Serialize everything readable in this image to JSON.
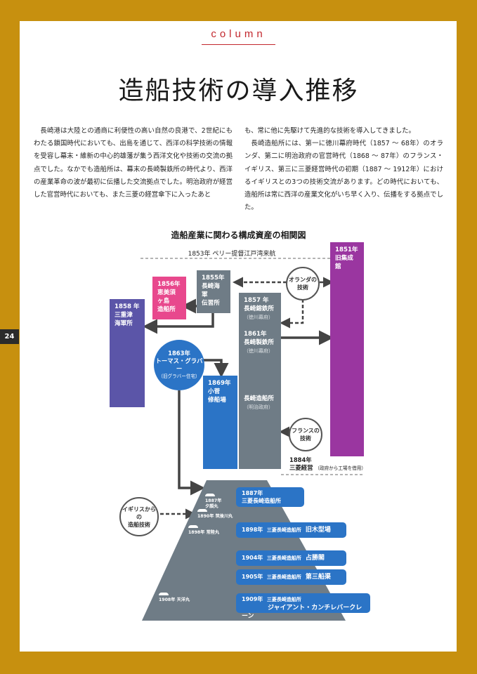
{
  "page_number": "24",
  "column_label": "column",
  "title": "造船技術の導入推移",
  "body": {
    "left_para": "長崎港は大陸との通商に利便性の高い自然の良港で、2世紀にもわたる鎖国時代においても、出島を通じて、西洋の科学技術の情報を受容し幕末・維新の中心的雄藩が集う西洋文化や技術の交流の拠点でした。なかでも造船所は、幕末の長崎製鉄所の時代より、西洋の産業革命の波が最初に伝播した交流拠点でした。明治政府が経営した官営時代においても、また三菱の経営傘下に入ったあと",
    "right_para_cont": "も、常に他に先駆けて先進的な技術を導入してきました。",
    "right_para": "長崎造船所には、第一に徳川幕府時代（1857 ～ 68年）のオランダ、第二に明治政府の官営時代（1868 ～ 87年）のフランス・イギリス、第三に三菱経営時代の初期（1887 ～ 1912年）におけるイギリスとの3つの技術交流があります。どの時代においても、造船所は常に西洋の産業文化がいち早く入り、伝播をする拠点でした。"
  },
  "diagram": {
    "title": "造船産業に関わる構成資産の相関図",
    "perry": "1853年 ペリー提督江戸湾来航",
    "box_1851": {
      "year": "1851年",
      "name": "旧集成館"
    },
    "box_1855": {
      "year": "1855年",
      "name1": "長崎海軍",
      "name2": "伝習所"
    },
    "box_1856": {
      "year": "1856年",
      "name1": "恵美須ヶ島",
      "name2": "造船所"
    },
    "box_1858": {
      "year": "1858 年",
      "name1": "三重津",
      "name2": "海軍所"
    },
    "box_1857": {
      "year": "1857 年",
      "name": "長崎鎔鉄所",
      "sub": "（徳川幕府）"
    },
    "box_1861": {
      "year": "1861年",
      "name": "長崎製鉄所",
      "sub": "（徳川幕府）"
    },
    "box_meiji": {
      "name": "長崎造船所",
      "sub": "（明治政府）"
    },
    "glover": {
      "year": "1863年",
      "name": "トーマス・グラバー",
      "sub": "（旧グラバー住宅）"
    },
    "box_1869": {
      "year": "1869年",
      "name1": "小菅",
      "name2": "修船場"
    },
    "holland": {
      "line1": "オランダの",
      "line2": "技術"
    },
    "france": {
      "line1": "フランスの",
      "line2": "技術"
    },
    "britain": {
      "line1": "イギリスからの",
      "line2": "造船技術"
    },
    "mitsubishi_1884": {
      "year": "1884年",
      "name": "三菱経営",
      "note": "（政府から工場を借用）"
    },
    "mitsubishi_items": [
      {
        "year": "1887年",
        "name": "三菱長崎造船所",
        "extra": ""
      },
      {
        "year": "1898年",
        "name": "三菱長崎造船所",
        "extra": "旧木型場"
      },
      {
        "year": "1904年",
        "name": "三菱長崎造船所",
        "extra": "占勝閣"
      },
      {
        "year": "1905年",
        "name": "三菱長崎造船所",
        "extra": "第三船渠"
      },
      {
        "year": "1909年",
        "name": "三菱長崎造船所",
        "extra": "ジャイアント・カンチレバークレーン"
      }
    ],
    "ships": [
      {
        "year": "1887年",
        "name": "夕顔丸"
      },
      {
        "year": "1890年",
        "name": "筑後川丸"
      },
      {
        "year": "1898年",
        "name": "常陸丸"
      },
      {
        "year": "1908年",
        "name": "天洋丸"
      }
    ],
    "colors": {
      "gray": "#6f7c86",
      "pink": "#e8488d",
      "indigo": "#5b55a8",
      "purple": "#9a36a0",
      "blue": "#2b74c6",
      "frame": "#c7900f",
      "accent": "#c2272d"
    }
  }
}
